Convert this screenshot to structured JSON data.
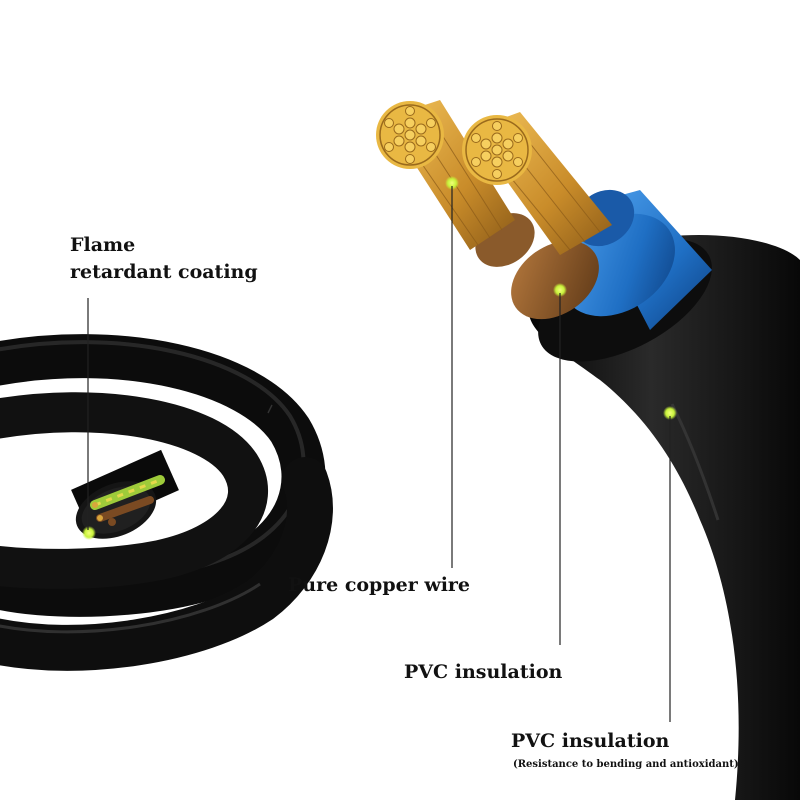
{
  "callouts": {
    "flame_line1": "Flame",
    "flame_line2": "retardant coating",
    "copper": "Pure copper wire",
    "pvc_inner": "PVC insulation",
    "pvc_outer": "PVC insulation",
    "pvc_outer_note": "(Resistance to bending and antioxidant)"
  },
  "colors": {
    "cable_jacket": "#141414",
    "copper": "#d9a53c",
    "brown_insulation": "#8a5a2b",
    "blue_insulation": "#1f6fc4",
    "green_yellow_wire": "#9ecb3a",
    "marker_dot": "#d6ff3a",
    "leader_line": "#222222"
  }
}
